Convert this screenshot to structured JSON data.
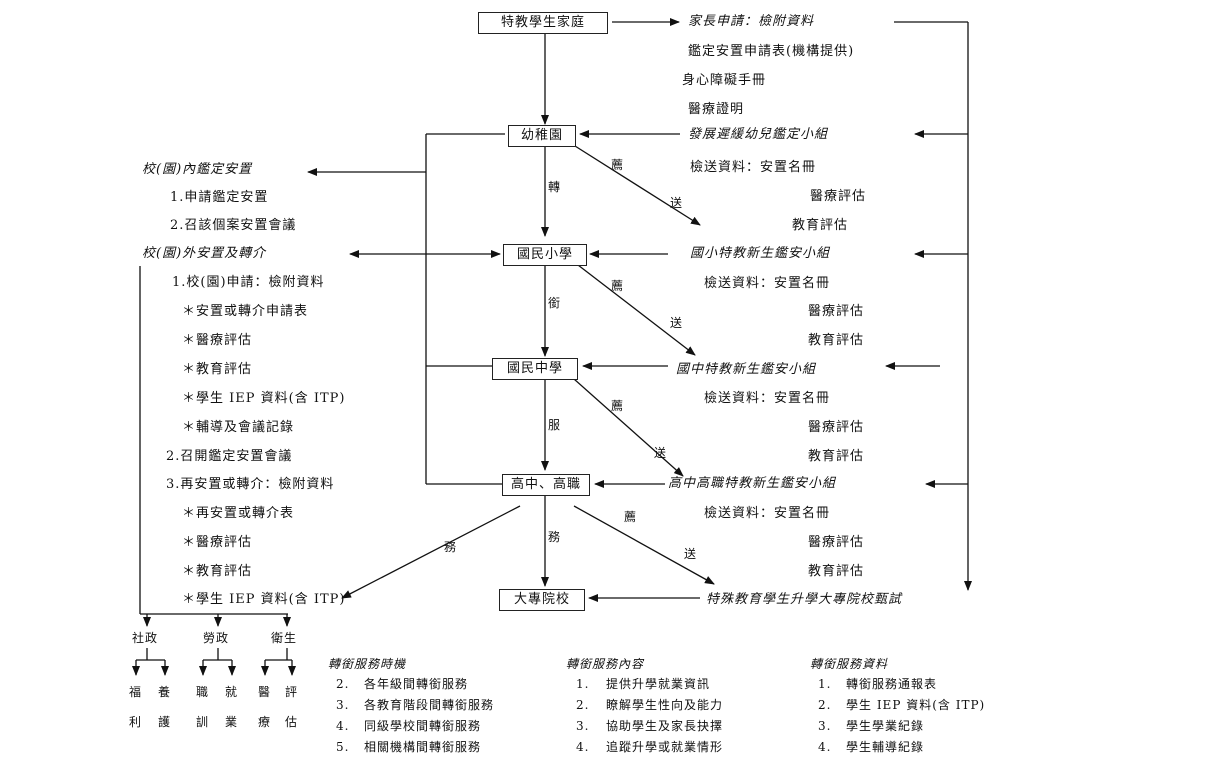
{
  "boxes": {
    "family": "特教學生家庭",
    "kindergarten": "幼稚園",
    "elementary": "國民小學",
    "junior_high": "國民中學",
    "senior_high": "高中、高職",
    "college": "大專院校"
  },
  "right_side": {
    "apply_title": "家長申請：檢附資料",
    "apply_items": [
      "鑑定安置申請表(機構提供)",
      "身心障礙手冊",
      "醫療證明"
    ],
    "kg_group": "發展遲緩幼兒鑑定小組",
    "elem_group": "國小特教新生鑑安小組",
    "jh_group": "國中特教新生鑑安小組",
    "sh_group": "高中高職特教新生鑑安小組",
    "college_exam": "特殊教育學生升學大專院校甄試",
    "docs": {
      "placement": "檢送資料：安置名冊",
      "medical": "醫療評估",
      "education": "教育評估"
    }
  },
  "left_side": {
    "inside_title": "校(園)內鑑定安置",
    "inside_items": [
      "1.申請鑑定安置",
      "2.召該個案安置會議"
    ],
    "outside_title": "校(園)外安置及轉介",
    "outside_items": [
      "1.校(園)申請：檢附資料",
      "＊安置或轉介申請表",
      "＊醫療評估",
      "＊教育評估",
      "＊學生 IEP 資料(含 ITP)",
      "＊輔導及會議記錄",
      "2.召開鑑定安置會議",
      "3.再安置或轉介：檢附資料",
      "＊再安置或轉介表",
      "＊醫療評估",
      "＊教育評估",
      "＊學生 IEP 資料(含 ITP)"
    ]
  },
  "arrow_labels": {
    "zhuan": "轉",
    "xian": "銜",
    "fu": "服",
    "wu": "務",
    "jian": "薦",
    "song": "送"
  },
  "agencies": {
    "social": "社政",
    "labor": "勞政",
    "health": "衛生",
    "services": [
      {
        "top": "福",
        "bottom": "利"
      },
      {
        "top": "養",
        "bottom": "護"
      },
      {
        "top": "職",
        "bottom": "訓"
      },
      {
        "top": "就",
        "bottom": "業"
      },
      {
        "top": "醫",
        "bottom": "療"
      },
      {
        "top": "評",
        "bottom": "估"
      }
    ]
  },
  "bottom_lists": {
    "timing": {
      "title": "轉銜服務時機",
      "items": [
        {
          "num": "2.",
          "text": "各年級間轉銜服務"
        },
        {
          "num": "3.",
          "text": "各教育階段間轉銜服務"
        },
        {
          "num": "4.",
          "text": "同級學校間轉銜服務"
        },
        {
          "num": "5.",
          "text": "相關機構間轉銜服務"
        }
      ]
    },
    "content": {
      "title": "轉銜服務內容",
      "items": [
        {
          "num": "1.",
          "text": "提供升學就業資訊"
        },
        {
          "num": "2.",
          "text": "瞭解學生性向及能力"
        },
        {
          "num": "3.",
          "text": "協助學生及家長抉擇"
        },
        {
          "num": "4.",
          "text": "追蹤升學或就業情形"
        }
      ]
    },
    "data": {
      "title": "轉銜服務資料",
      "items": [
        {
          "num": "1.",
          "text": "轉銜服務通報表"
        },
        {
          "num": "2.",
          "text": "學生 IEP 資料(含 ITP)"
        },
        {
          "num": "3.",
          "text": "學生學業紀錄"
        },
        {
          "num": "4.",
          "text": "學生輔導紀錄"
        }
      ]
    }
  }
}
